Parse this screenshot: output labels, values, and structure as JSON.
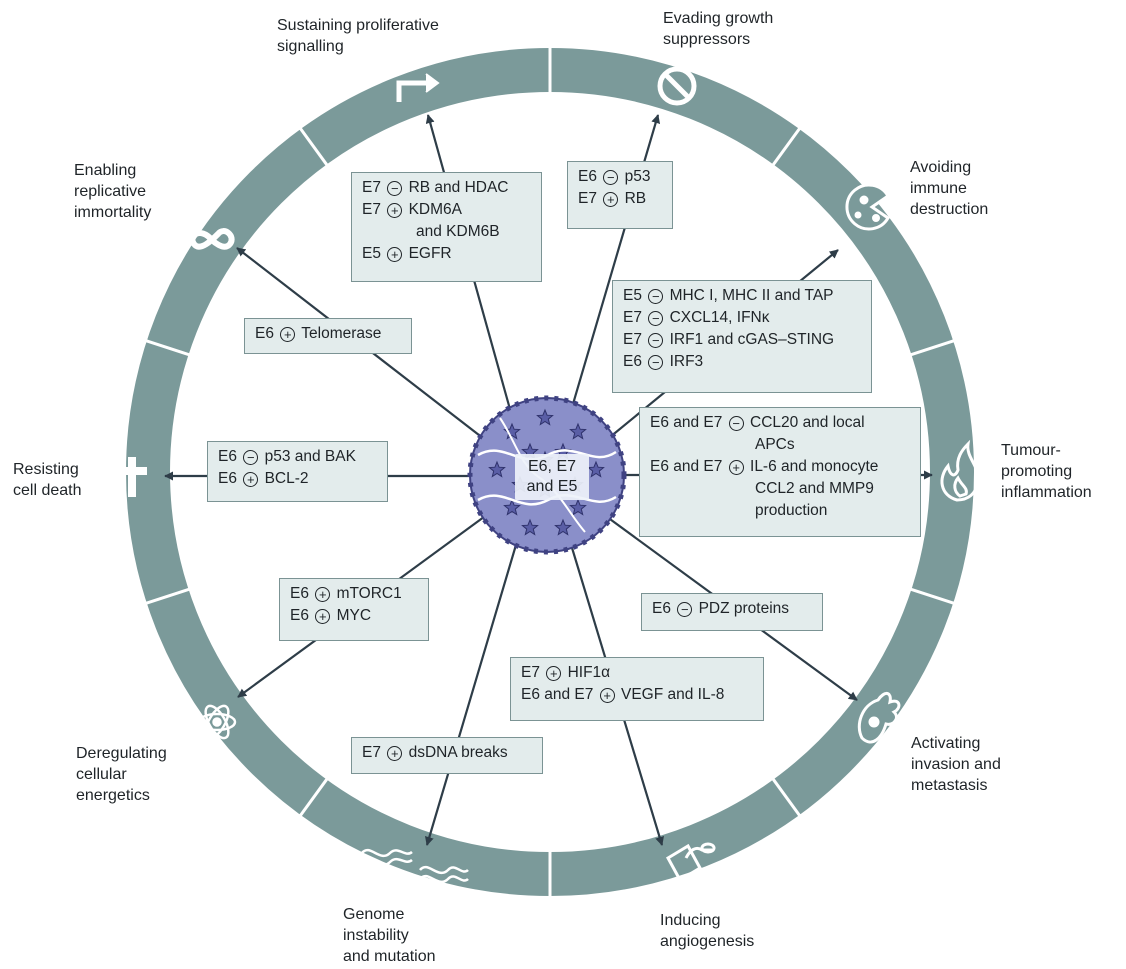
{
  "colors": {
    "ring": "#7b9a9a",
    "ring_divider": "#ffffff",
    "box_fill": "#e3ecec",
    "box_border": "#7b9394",
    "arrow": "#2e3d48",
    "virus_fill": "#8a8fc9",
    "virus_dark": "#3f4282",
    "icon": "#ffffff",
    "text": "#1f2428"
  },
  "center": {
    "label_lines": [
      "E6, E7",
      "and E5"
    ]
  },
  "hallmarks": [
    {
      "id": "proliferative",
      "lines": [
        "Sustaining proliferative",
        "signalling"
      ],
      "icon": "bent-arrow-icon"
    },
    {
      "id": "growth-suppressors",
      "lines": [
        "Evading growth",
        "suppressors"
      ],
      "icon": "prohibition-sign-icon"
    },
    {
      "id": "immune",
      "lines": [
        "Avoiding",
        "immune",
        "destruction"
      ],
      "icon": "pacman-cell-icon"
    },
    {
      "id": "inflammation",
      "lines": [
        "Tumour-",
        "promoting",
        "inflammation"
      ],
      "icon": "flame-icon"
    },
    {
      "id": "invasion",
      "lines": [
        "Activating",
        "invasion and",
        "metastasis"
      ],
      "icon": "migrating-cell-icon"
    },
    {
      "id": "angiogenesis",
      "lines": [
        "Inducing",
        "angiogenesis"
      ],
      "icon": "blood-vessel-icon"
    },
    {
      "id": "genome",
      "lines": [
        "Genome",
        "instability",
        "and mutation"
      ],
      "icon": "dna-helix-icon"
    },
    {
      "id": "energetics",
      "lines": [
        "Deregulating",
        "cellular",
        "energetics"
      ],
      "icon": "atom-icon"
    },
    {
      "id": "cell-death",
      "lines": [
        "Resisting",
        "cell death"
      ],
      "icon": "cross-icon"
    },
    {
      "id": "immortality",
      "lines": [
        "Enabling",
        "replicative",
        "immortality"
      ],
      "icon": "infinity-icon"
    }
  ],
  "effect_boxes": [
    {
      "id": "proliferative",
      "lines": [
        {
          "pre": "E7",
          "sign": "−",
          "post": "RB and HDAC"
        },
        {
          "pre": "E7",
          "sign": "+",
          "post": "KDM6A"
        },
        {
          "pre": "",
          "sign": "",
          "post": "and KDM6B",
          "indent": true
        },
        {
          "pre": "E5",
          "sign": "+",
          "post": "EGFR"
        }
      ]
    },
    {
      "id": "growth-suppressors",
      "lines": [
        {
          "pre": "E6",
          "sign": "−",
          "post": "p53"
        },
        {
          "pre": "E7",
          "sign": "+",
          "post": "RB"
        }
      ]
    },
    {
      "id": "immune",
      "lines": [
        {
          "pre": "E5",
          "sign": "−",
          "post": "MHC I, MHC II and TAP"
        },
        {
          "pre": "E7",
          "sign": "−",
          "post": "CXCL14, IFNκ"
        },
        {
          "pre": "E7",
          "sign": "−",
          "post": "IRF1 and cGAS–STING"
        },
        {
          "pre": "E6",
          "sign": "−",
          "post": "IRF3"
        }
      ]
    },
    {
      "id": "inflammation",
      "lines": [
        {
          "pre": "E6 and E7",
          "sign": "−",
          "post": "CCL20 and local"
        },
        {
          "pre": "",
          "sign": "",
          "post": "APCs",
          "indent": true
        },
        {
          "pre": "E6 and E7",
          "sign": "+",
          "post": "IL-6 and monocyte"
        },
        {
          "pre": "",
          "sign": "",
          "post": "CCL2 and MMP9",
          "indent": true
        },
        {
          "pre": "",
          "sign": "",
          "post": "production",
          "indent": true
        }
      ]
    },
    {
      "id": "invasion",
      "lines": [
        {
          "pre": "E6",
          "sign": "−",
          "post": "PDZ proteins"
        }
      ]
    },
    {
      "id": "angiogenesis",
      "lines": [
        {
          "pre": "E7",
          "sign": "+",
          "post": "HIF1α"
        },
        {
          "pre": "E6 and E7",
          "sign": "+",
          "post": "VEGF and IL-8"
        }
      ]
    },
    {
      "id": "genome",
      "lines": [
        {
          "pre": "E7",
          "sign": "+",
          "post": "dsDNA breaks"
        }
      ]
    },
    {
      "id": "energetics",
      "lines": [
        {
          "pre": "E6",
          "sign": "+",
          "post": "mTORC1"
        },
        {
          "pre": "E6",
          "sign": "+",
          "post": "MYC"
        }
      ]
    },
    {
      "id": "cell-death",
      "lines": [
        {
          "pre": "E6",
          "sign": "−",
          "post": "p53 and BAK"
        },
        {
          "pre": "E6",
          "sign": "+",
          "post": "BCL-2"
        }
      ]
    },
    {
      "id": "immortality",
      "lines": [
        {
          "pre": "E6",
          "sign": "+",
          "post": "Telomerase"
        }
      ]
    }
  ]
}
